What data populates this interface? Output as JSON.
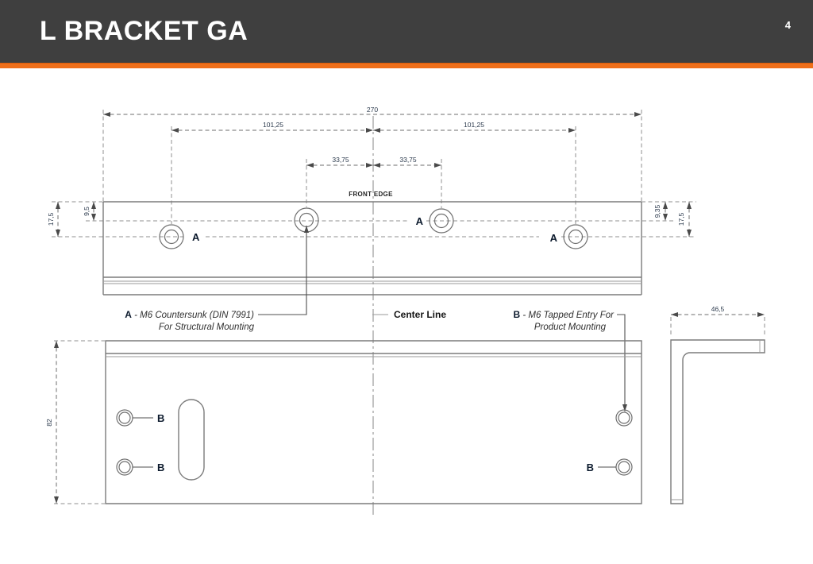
{
  "header": {
    "title": "L BRACKET GA",
    "page_number": "4"
  },
  "colors": {
    "header_bg": "#3f3f3f",
    "accent_orange": "#ef6f1a",
    "line_gray": "#7b7b7b",
    "dim_text": "#2c3a4d"
  },
  "front_view": {
    "front_edge_label": "FRONT EDGE",
    "dims": {
      "overall_width": "270",
      "center_to_left_outer_hole": "101,25",
      "center_to_right_outer_hole": "101,25",
      "center_to_left_inner_hole": "33,75",
      "center_to_right_inner_hole": "33,75",
      "left_outer_hole_depth": "17,5",
      "left_inner_hole_depth": "9,5",
      "right_inner_hole_depth": "9,35",
      "right_outer_hole_depth": "17,5"
    },
    "hole_labels": [
      "A",
      "A",
      "A"
    ]
  },
  "plan_view": {
    "dims": {
      "depth": "82"
    },
    "hole_labels": [
      "B",
      "B",
      "B"
    ]
  },
  "side_view": {
    "dims": {
      "overall_width": "46,5"
    }
  },
  "legend": {
    "note_a": {
      "prefix": "A",
      "line1": " - M6 Countersunk (DIN 7991)",
      "line2": "For Structural Mounting"
    },
    "center_line_label": "Center Line",
    "note_b": {
      "prefix": "B",
      "line1": " - M6 Tapped Entry For",
      "line2": "Product Mounting"
    }
  }
}
